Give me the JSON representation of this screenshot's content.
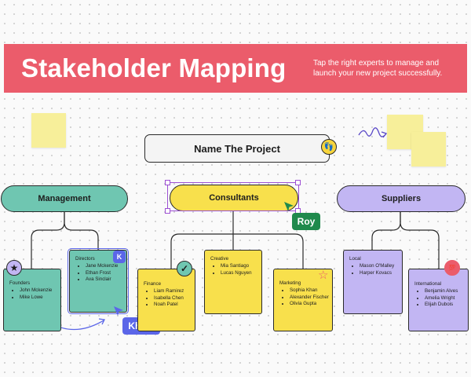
{
  "banner": {
    "title": "Stakeholder Mapping",
    "subtitle": "Tap the right experts to manage and launch your new project successfully."
  },
  "project": {
    "title": "Name The Project"
  },
  "groups": [
    {
      "label": "Management",
      "color": "#6fc6b1",
      "cards": [
        {
          "title": "Founders",
          "members": [
            "John Mckenzie",
            "Mike Lowe"
          ],
          "icon": "star-icon"
        },
        {
          "title": "Directors",
          "members": [
            "Jane Mckenzie",
            "Ethan Frost",
            "Ava Sinclair"
          ],
          "icon": "cursor-badge-k"
        }
      ]
    },
    {
      "label": "Consultants",
      "color": "#f8e04c",
      "cards": [
        {
          "title": "Finance",
          "members": [
            "Liam Ramirez",
            "Isabella Chen",
            "Noah Patel"
          ],
          "icon": "checkmark-icon"
        },
        {
          "title": "Creative",
          "members": [
            "Mia Santiago",
            "Lucas Nguyen"
          ]
        },
        {
          "title": "Marketing",
          "members": [
            "Sophia Khan",
            "Alexander Fischer",
            "Olivia Gupta"
          ],
          "icon": "sparkle-star-icon"
        }
      ]
    },
    {
      "label": "Suppliers",
      "color": "#c2b6f3",
      "cards": [
        {
          "title": "Local",
          "members": [
            "Mason O'Malley",
            "Harper Kovacs"
          ]
        },
        {
          "title": "International",
          "members": [
            "Benjamin Alves",
            "Amelia Wright",
            "Elijah Dubois"
          ],
          "icon": "hundred-points-icon"
        }
      ]
    }
  ],
  "collaborators": {
    "roy": {
      "name": "Roy",
      "color": "#1f8a4c"
    },
    "khloe": {
      "name": "Khloe",
      "color": "#5b66e8",
      "badge": "K"
    }
  },
  "colors": {
    "banner": "#eb5c6b",
    "sticky": "#f7ef9a",
    "selection": "#9c4fd3"
  }
}
